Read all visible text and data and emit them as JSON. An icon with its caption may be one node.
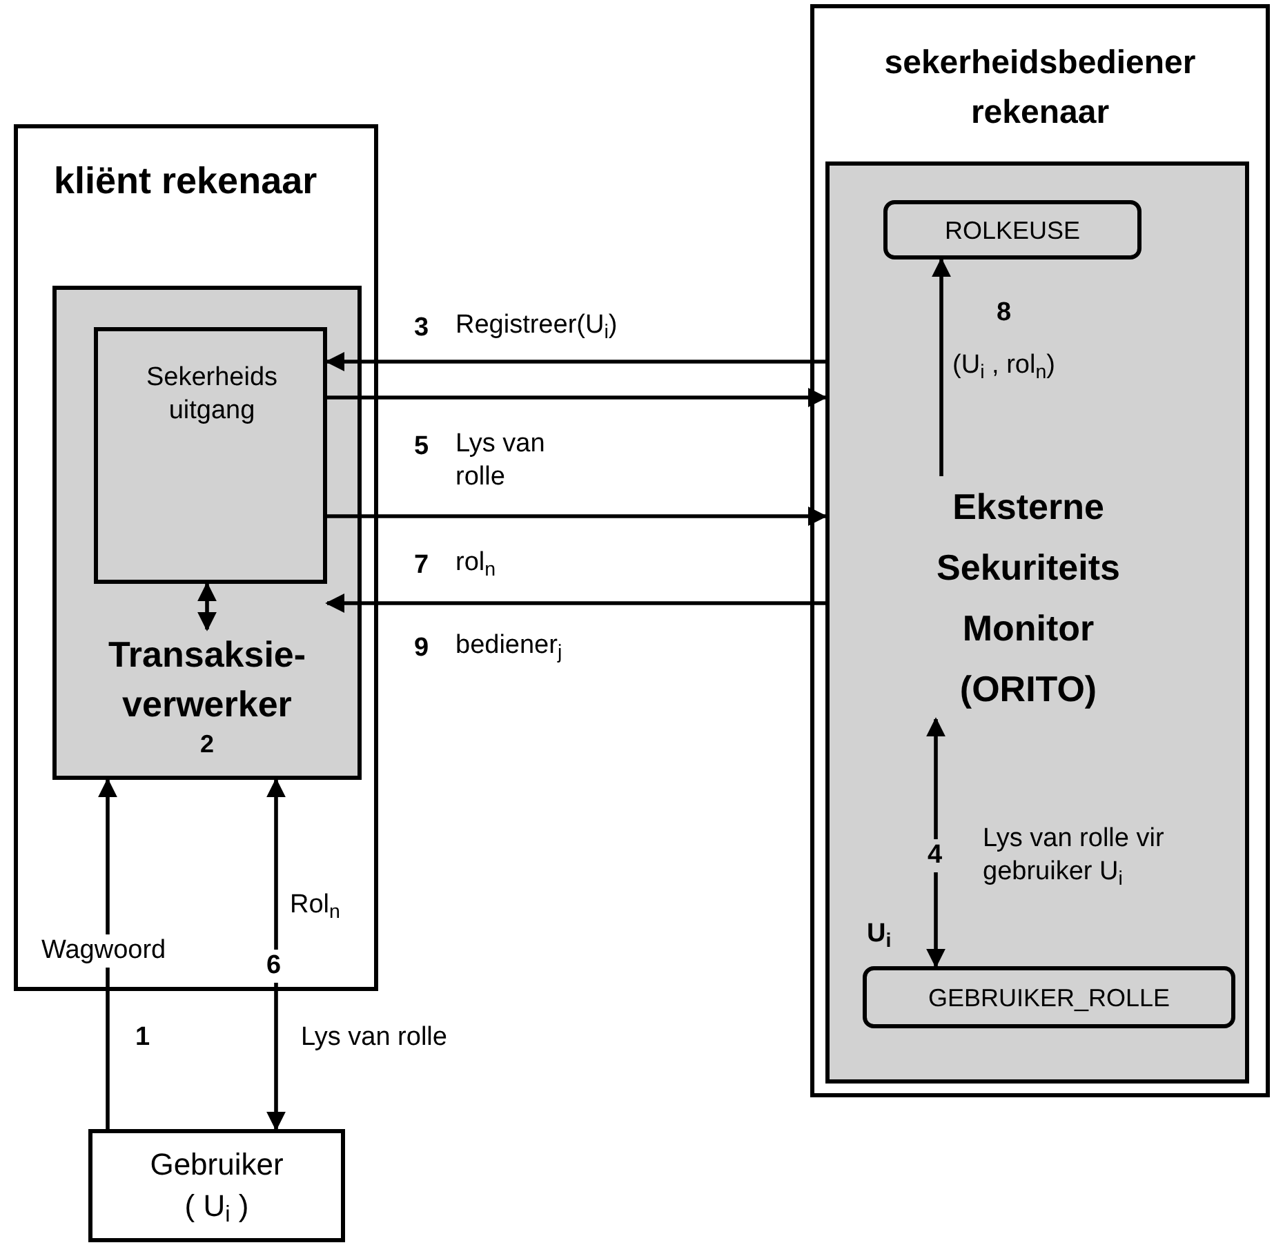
{
  "diagram": {
    "nodes": [
      {
        "text": [
          "kliënt rekenaar"
        ]
      },
      {
        "text": [],
        "shape": "box",
        "in": 0
      },
      {
        "text": [
          "Sekerheids uitgang"
        ],
        "in": 1
      },
      {
        "text": [
          "Transaksie- verwerker",
          "2"
        ],
        "in": 1
      },
      {
        "text": [
          "Gebruiker ( U$_{i}$ )"
        ]
      },
      {
        "text": [
          "sekerheidsbediener rekenaar"
        ]
      },
      {
        "text": [],
        "shape": "box",
        "in": 5
      },
      {
        "text": [
          "Eksterne Sekuriteits Monitor (ORITO)"
        ],
        "in": 6
      },
      {
        "text": [
          "ROLKEUSE"
        ],
        "in": 6
      },
      {
        "text": [
          "GEBRUIKER_ROLLE"
        ],
        "in": 6,
        "beside": [
          "U$_{i}$"
        ]
      },
      {
        "text": [
          "6"
        ],
        "in": 0
      }
    ],
    "edges": [
      {
        "from": 6,
        "to": 2,
        "arrow": "to",
        "label": "Registreer(U$_{i}$)"
      },
      {
        "from": 2,
        "to": 6,
        "arrow": "to",
        "label": "Lys van rolle"
      },
      {
        "from": 2,
        "to": 6,
        "arrow": "to",
        "label": "rol$_{n}$"
      },
      {
        "from": 6,
        "to": 2,
        "arrow": "to",
        "label": "bediener$_{j}$"
      },
      {
        "from": 2,
        "to": 3,
        "arrow": "both"
      },
      {
        "from": 4,
        "to": 1,
        "arrow": "to",
        "label": "Wagwoord"
      },
      {
        "from": 10,
        "to": 1,
        "arrow": "to",
        "label": "Rol$_{n}$"
      },
      {
        "from": 10,
        "to": 4,
        "arrow": "to",
        "label": "Lys van rolle"
      },
      {
        "from": 7,
        "to": 8,
        "arrow": "to",
        "label": "(U$_{i}$ , rol$_{n}$)"
      },
      {
        "from": 7,
        "to": 9,
        "arrow": "both",
        "label": "Lys van rolle vir gebruiker U$_{i}$"
      }
    ],
    "labels": [
      "3",
      "8",
      "5",
      "7",
      "9",
      "4",
      "1"
    ]
  }
}
